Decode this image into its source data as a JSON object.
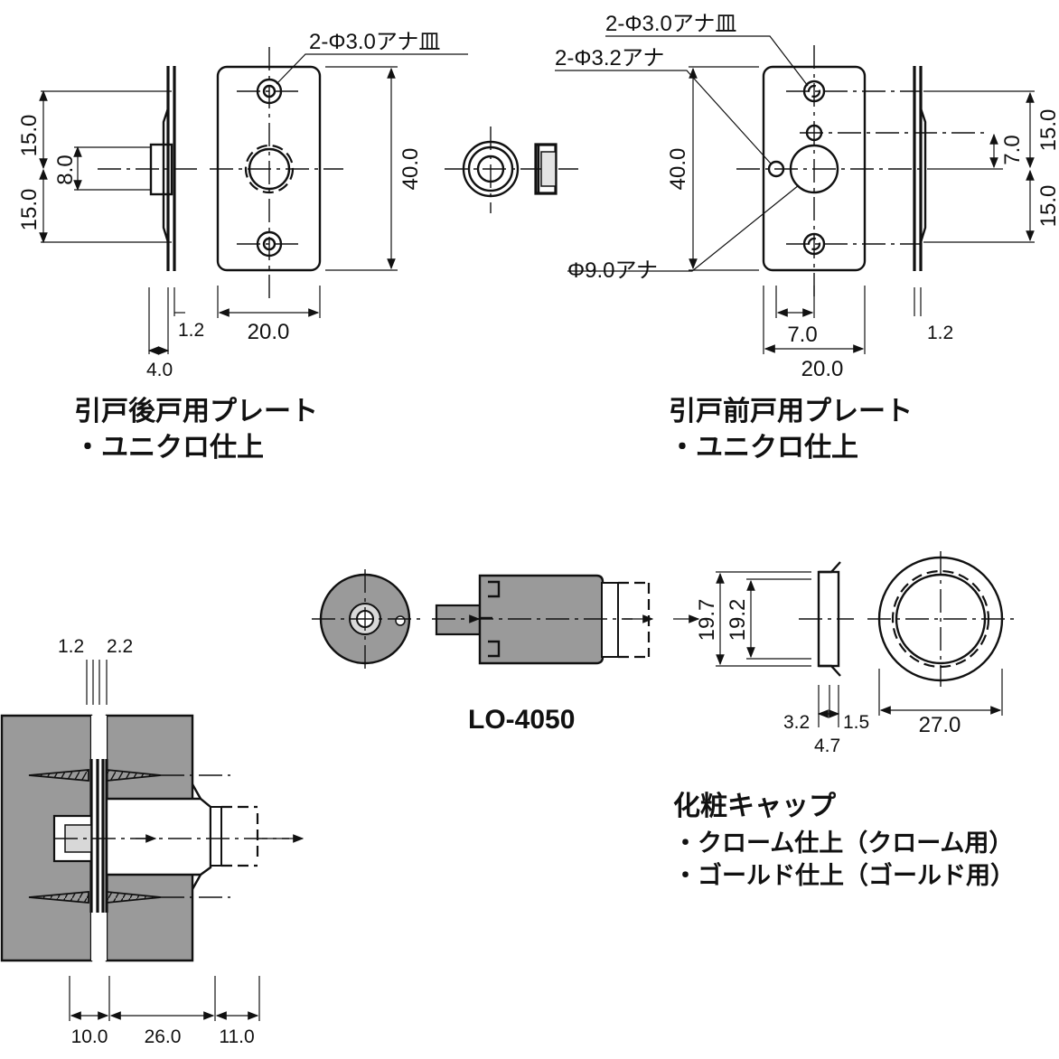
{
  "colors": {
    "line": "#111111",
    "fill_gray": "#9a9a9a",
    "fill_light": "#d8d8d8",
    "background": "#ffffff"
  },
  "rear_plate": {
    "caption": "引戸後戸用プレート",
    "finish": "・ユニクロ仕上",
    "hole_note": "2-Φ3.0アナ皿",
    "dims": {
      "h_top": "15.0",
      "h_bottom": "15.0",
      "center": "8.0",
      "height": "40.0",
      "width": "20.0",
      "thick": "1.2",
      "depth": "4.0"
    }
  },
  "front_plate": {
    "caption": "引戸前戸用プレート",
    "finish": "・ユニクロ仕上",
    "hole_note_1": "2-Φ3.0アナ皿",
    "hole_note_2": "2-Φ3.2アナ",
    "hole_note_3": "Φ9.0アナ",
    "dims": {
      "height": "40.0",
      "right_top": "15.0",
      "right_bottom": "15.0",
      "right_mid": "7.0",
      "offset": "7.0",
      "width": "20.0",
      "thick": "1.2"
    }
  },
  "latch": {
    "model": "LO-4050",
    "dims": {
      "d1": "19.7",
      "d2": "19.2"
    }
  },
  "cap": {
    "caption": "化粧キャップ",
    "finish_1": "・クローム仕上（クローム用）",
    "finish_2": "・ゴールド仕上（ゴールド用）",
    "dims": {
      "a": "3.2",
      "b": "1.5",
      "c": "4.7",
      "dia": "27.0"
    }
  },
  "install": {
    "dims": {
      "gap_1": "1.2",
      "gap_2": "2.2",
      "l1": "10.0",
      "l2": "26.0",
      "l3": "11.0"
    }
  }
}
